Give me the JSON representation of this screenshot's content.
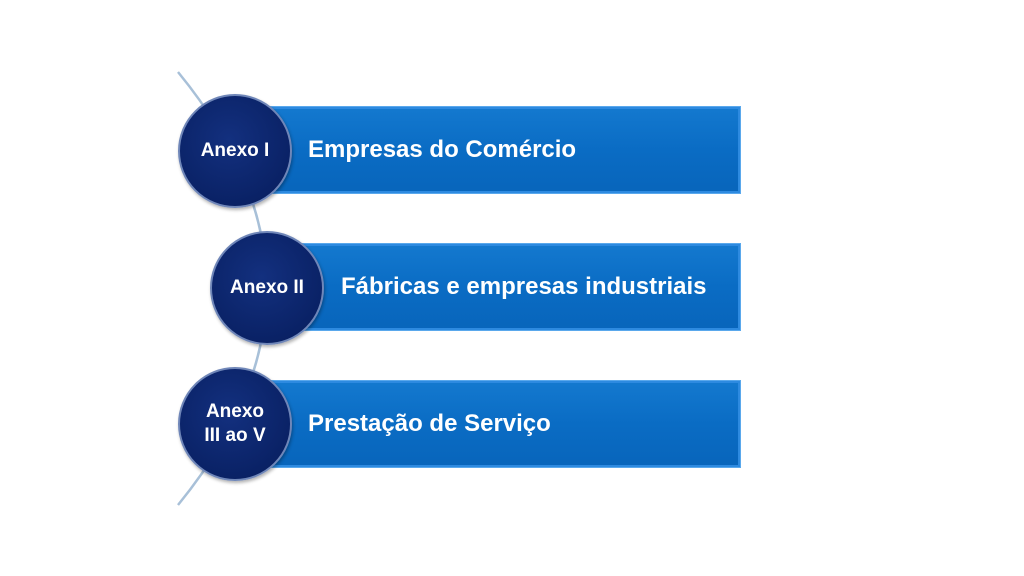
{
  "items": [
    {
      "badge": "Anexo I",
      "label": "Empresas do Comércio"
    },
    {
      "badge": "Anexo II",
      "label": "Fábricas e empresas industriais"
    },
    {
      "badge": "Anexo\nIII ao V",
      "label": "Prestação de Serviço"
    }
  ],
  "colors": {
    "bar": "#0a6cc4",
    "circle": "#0a2266",
    "connector": "#a8c0d8"
  }
}
